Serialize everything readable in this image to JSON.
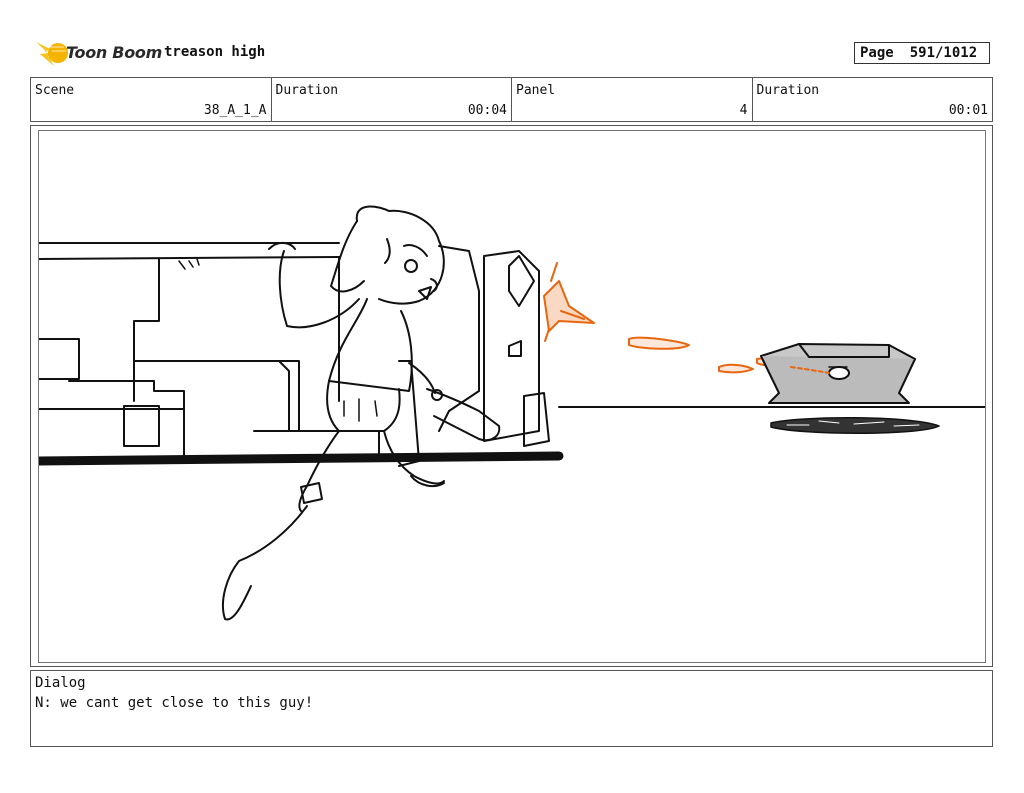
{
  "header": {
    "logo_text": "Toon Boom",
    "project_title": "treason high",
    "page_label": "Page",
    "page_number": "591/1012"
  },
  "info": {
    "scene_label": "Scene",
    "scene_value": "38_A_1_A",
    "duration_label": "Duration",
    "duration_value": "00:04",
    "panel_label": "Panel",
    "panel_value": "4",
    "panel_duration_label": "Duration",
    "panel_duration_value": "00:01"
  },
  "panel": {
    "accent_color": "#e8660f"
  },
  "dialog": {
    "label": "Dialog",
    "text": "N: we cant get close to this guy!"
  }
}
